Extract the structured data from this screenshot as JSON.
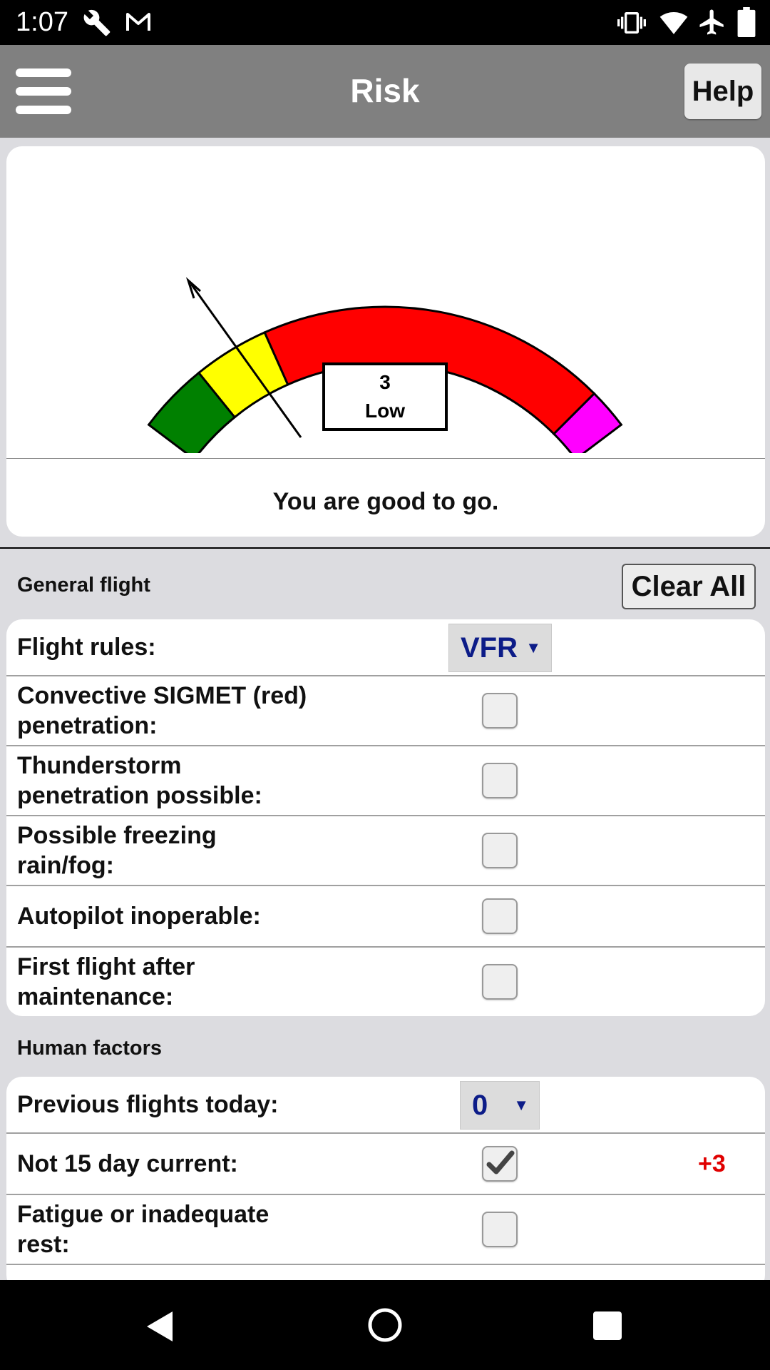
{
  "status_bar": {
    "time": "1:07",
    "left_icons": [
      "wrench-icon",
      "gmail-icon"
    ],
    "right_icons": [
      "vibrate-icon",
      "wifi-icon",
      "airplane-icon",
      "battery-icon"
    ]
  },
  "app_bar": {
    "title": "Risk",
    "help_label": "Help",
    "menu_icon": "hamburger-menu-icon"
  },
  "gauge": {
    "score": "3",
    "level": "Low",
    "segments": [
      {
        "name": "green",
        "color": "#008000"
      },
      {
        "name": "yellow",
        "color": "#ffff00"
      },
      {
        "name": "red",
        "color": "#ff0000"
      },
      {
        "name": "magenta",
        "color": "#ff00ff"
      }
    ],
    "message": "You are good to go."
  },
  "general_flight": {
    "title": "General flight",
    "clear_all_label": "Clear All",
    "flight_rules": {
      "label": "Flight rules:",
      "value": "VFR"
    },
    "items": [
      {
        "label": "Convective SIGMET (red) penetration:",
        "checked": false
      },
      {
        "label": "Thunderstorm penetration possible:",
        "checked": false
      },
      {
        "label": "Possible freezing rain/fog:",
        "checked": false
      },
      {
        "label": "Autopilot inoperable:",
        "checked": false
      },
      {
        "label": "First flight after maintenance:",
        "checked": false
      }
    ]
  },
  "human_factors": {
    "title": "Human factors",
    "previous_flights": {
      "label": "Previous flights today:",
      "value": "0"
    },
    "items": [
      {
        "label": "Not 15 day current:",
        "checked": true,
        "points": "+3"
      },
      {
        "label": "Fatigue or inadequate rest:",
        "checked": false
      }
    ]
  },
  "nav_bar": {
    "icons": [
      "back-icon",
      "home-icon",
      "recents-icon"
    ]
  },
  "colors": {
    "app_bar": "#808080",
    "background": "#dcdce0",
    "select_text": "#0c1c88",
    "points": "#e00000"
  }
}
